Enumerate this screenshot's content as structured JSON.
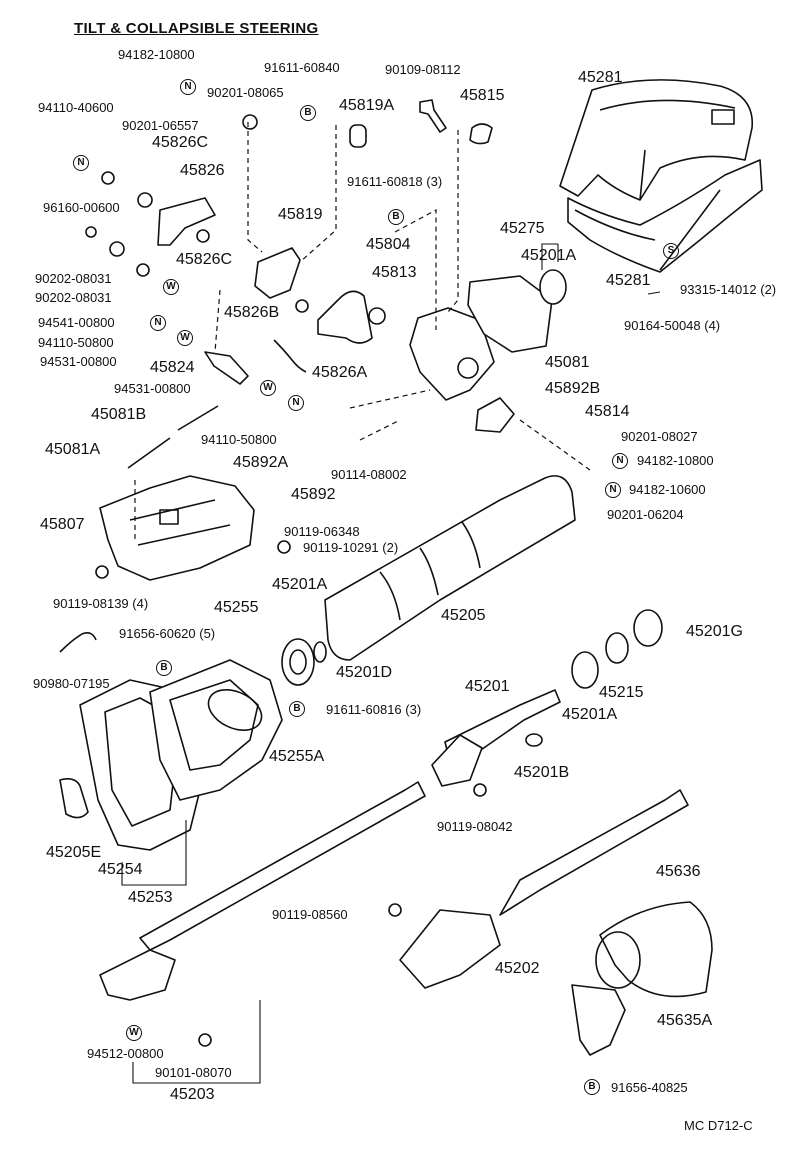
{
  "title": "TILT & COLLAPSIBLE STEERING",
  "footer_code": "MC D712-C",
  "labels": [
    {
      "id": "l01",
      "text": "94182-10800"
    },
    {
      "id": "l02",
      "text": "91611-60840"
    },
    {
      "id": "l03",
      "text": "90109-08112"
    },
    {
      "id": "l04",
      "text": "45281"
    },
    {
      "id": "l05",
      "text": "90201-08065"
    },
    {
      "id": "l06",
      "text": "45819A"
    },
    {
      "id": "l07",
      "text": "45815"
    },
    {
      "id": "l08",
      "text": "94110-40600"
    },
    {
      "id": "l09",
      "text": "90201-06557"
    },
    {
      "id": "l10",
      "text": "45826C"
    },
    {
      "id": "l11",
      "text": "45826"
    },
    {
      "id": "l12",
      "text": "96160-00600"
    },
    {
      "id": "l13",
      "text": "91611-60818 (3)"
    },
    {
      "id": "l14",
      "text": "45819"
    },
    {
      "id": "l15",
      "text": "45275"
    },
    {
      "id": "l16",
      "text": "45804"
    },
    {
      "id": "l17",
      "text": "45201A"
    },
    {
      "id": "l18",
      "text": "45826C"
    },
    {
      "id": "l19",
      "text": "45813"
    },
    {
      "id": "l20",
      "text": "45281"
    },
    {
      "id": "l21",
      "text": "90202-08031"
    },
    {
      "id": "l22",
      "text": "90202-08031"
    },
    {
      "id": "l23",
      "text": "93315-14012 (2)"
    },
    {
      "id": "l24",
      "text": "94541-00800"
    },
    {
      "id": "l25",
      "text": "45826B"
    },
    {
      "id": "l26",
      "text": "90164-50048 (4)"
    },
    {
      "id": "l27",
      "text": "94110-50800"
    },
    {
      "id": "l28",
      "text": "94531-00800"
    },
    {
      "id": "l29",
      "text": "45824"
    },
    {
      "id": "l30",
      "text": "45826A"
    },
    {
      "id": "l31",
      "text": "45081"
    },
    {
      "id": "l32",
      "text": "94531-00800"
    },
    {
      "id": "l33",
      "text": "45892B"
    },
    {
      "id": "l34",
      "text": "45081B"
    },
    {
      "id": "l35",
      "text": "45814"
    },
    {
      "id": "l36",
      "text": "94110-50800"
    },
    {
      "id": "l37",
      "text": "90201-08027"
    },
    {
      "id": "l38",
      "text": "45081A"
    },
    {
      "id": "l39",
      "text": "45892A"
    },
    {
      "id": "l40",
      "text": "90114-08002"
    },
    {
      "id": "l41",
      "text": "94182-10800"
    },
    {
      "id": "l42",
      "text": "94182-10600"
    },
    {
      "id": "l43",
      "text": "45892"
    },
    {
      "id": "l44",
      "text": "45807"
    },
    {
      "id": "l45",
      "text": "90119-06348"
    },
    {
      "id": "l46",
      "text": "90201-06204"
    },
    {
      "id": "l47",
      "text": "90119-10291 (2)"
    },
    {
      "id": "l48",
      "text": "45201A"
    },
    {
      "id": "l49",
      "text": "90119-08139 (4)"
    },
    {
      "id": "l50",
      "text": "45255"
    },
    {
      "id": "l51",
      "text": "45205"
    },
    {
      "id": "l52",
      "text": "91656-60620 (5)"
    },
    {
      "id": "l53",
      "text": "45201G"
    },
    {
      "id": "l54",
      "text": "45201D"
    },
    {
      "id": "l55",
      "text": "90980-07195"
    },
    {
      "id": "l56",
      "text": "45201"
    },
    {
      "id": "l57",
      "text": "45215"
    },
    {
      "id": "l58",
      "text": "91611-60816 (3)"
    },
    {
      "id": "l59",
      "text": "45201A"
    },
    {
      "id": "l60",
      "text": "45255A"
    },
    {
      "id": "l61",
      "text": "45201B"
    },
    {
      "id": "l62",
      "text": "90119-08042"
    },
    {
      "id": "l63",
      "text": "45205E"
    },
    {
      "id": "l64",
      "text": "45254"
    },
    {
      "id": "l65",
      "text": "45253"
    },
    {
      "id": "l66",
      "text": "45636"
    },
    {
      "id": "l67",
      "text": "90119-08560"
    },
    {
      "id": "l68",
      "text": "45202"
    },
    {
      "id": "l69",
      "text": "45635A"
    },
    {
      "id": "l70",
      "text": "94512-00800"
    },
    {
      "id": "l71",
      "text": "90101-08070"
    },
    {
      "id": "l72",
      "text": "45203"
    },
    {
      "id": "l73",
      "text": "91656-40825"
    }
  ],
  "badges": [
    {
      "id": "b01",
      "text": "N"
    },
    {
      "id": "b02",
      "text": "B"
    },
    {
      "id": "b03",
      "text": "N"
    },
    {
      "id": "b04",
      "text": "B"
    },
    {
      "id": "b05",
      "text": "S"
    },
    {
      "id": "b06",
      "text": "W"
    },
    {
      "id": "b07",
      "text": "N"
    },
    {
      "id": "b08",
      "text": "W"
    },
    {
      "id": "b09",
      "text": "W"
    },
    {
      "id": "b10",
      "text": "N"
    },
    {
      "id": "b11",
      "text": "N"
    },
    {
      "id": "b12",
      "text": "N"
    },
    {
      "id": "b13",
      "text": "B"
    },
    {
      "id": "b14",
      "text": "B"
    },
    {
      "id": "b15",
      "text": "W"
    },
    {
      "id": "b16",
      "text": "B"
    }
  ]
}
